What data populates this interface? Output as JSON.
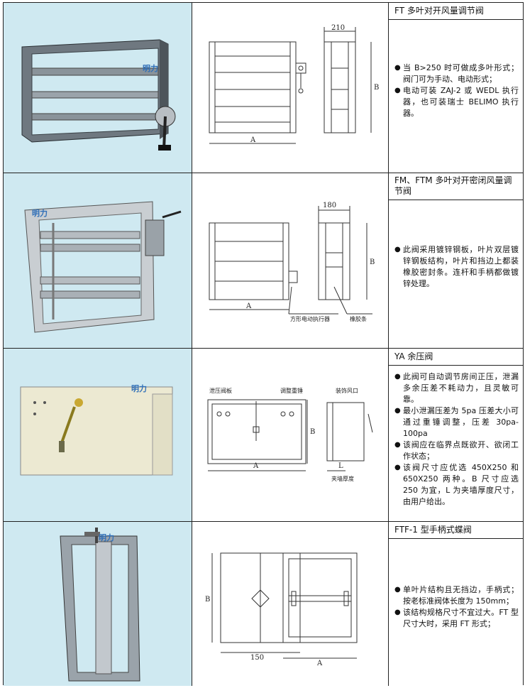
{
  "brand": "明力",
  "rows": [
    {
      "title": "FT 多叶对开风量调节阀",
      "dims": {
        "width": "210",
        "a": "A",
        "b": "B"
      },
      "bullets": [
        "当 B>250 时可做成多叶形式；阀门可为手动、电动形式；",
        "电动可装 ZAJ-2 或 WEDL 执行器，也可装瑞士 BELIMO 执行器。"
      ]
    },
    {
      "title": "FM、FTM 多叶对开密闭风量调节阀",
      "dims": {
        "width": "180",
        "a": "A",
        "b": "B",
        "actuator": "方形电动执行器",
        "rubber": "橡胶条"
      },
      "bullets": [
        "此阀采用镀锌钢板，叶片双层镀锌钢板结构，叶片和挡边上都装橡胶密封条。连杆和手柄都做镀锌处理。"
      ]
    },
    {
      "title": "YA 余压阀",
      "dims": {
        "a": "A",
        "b": "B",
        "l": "L",
        "plate": "泄压阀板",
        "hammer": "调整重锤",
        "outlet": "装饰风口",
        "wall": "夹墙厚度"
      },
      "bullets": [
        "此阀可自动调节房间正压，泄漏多余压差不耗动力，且灵敏可靠。",
        "最小泄漏压差为 5pa 压差大小可通过重锤调整，压差 30pa-100pa",
        "该阀应在临界点既欲开、欲闭工作状态；",
        "该阀尺寸应优选 450X250 和 650X250 两种。B 尺寸应选 250 为宜，L 为夹墙厚度尺寸，由用户给出。"
      ]
    },
    {
      "title": "FTF-1 型手柄式蝶阀",
      "dims": {
        "width": "150",
        "a": "A",
        "b": "B"
      },
      "bullets": [
        "单叶片结构且无挡边，手柄式；按老标准阀体长度为 150mm；",
        "该结构规格尺寸不宜过大。FT 型尺寸大时，采用 FT 形式；"
      ]
    }
  ]
}
